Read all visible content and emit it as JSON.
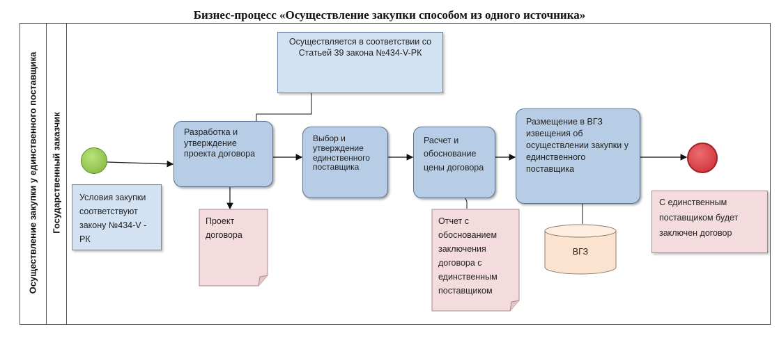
{
  "title": "Бизнес-процесс «Осуществление закупки способом из одного источника»",
  "pool_label": "Осуществление закупки у единственного поставщика",
  "lane_label": "Государственный заказчик",
  "annotation_top": "Осуществляется в соответствии со Статьей 39 закона   №434-V-РК",
  "start_note": "Условия закупки соответствуют закону №434-V - РК",
  "tasks": [
    {
      "label": "Разработка и утверждение проекта договора"
    },
    {
      "label": "Выбор и утверждение единственного поставщика"
    },
    {
      "label": "Расчет и обоснование цены договора"
    },
    {
      "label": "Размещение в ВГЗ извещения об осуществлении закупки у единственного поставщика"
    }
  ],
  "documents": [
    {
      "label": "Проект договора"
    },
    {
      "label": "Отчет с обоснованием заключения договора с единственным поставщиком"
    }
  ],
  "datastore": {
    "label": "ВГЗ"
  },
  "end_note": "С единственным поставщиком будет заключен договор",
  "colors": {
    "task_fill": "#b7cde5",
    "note_pink": "#f4dcde",
    "start_event": "#8cc63f",
    "end_event": "#d9363e",
    "datastore_fill": "#fbe3cf"
  }
}
